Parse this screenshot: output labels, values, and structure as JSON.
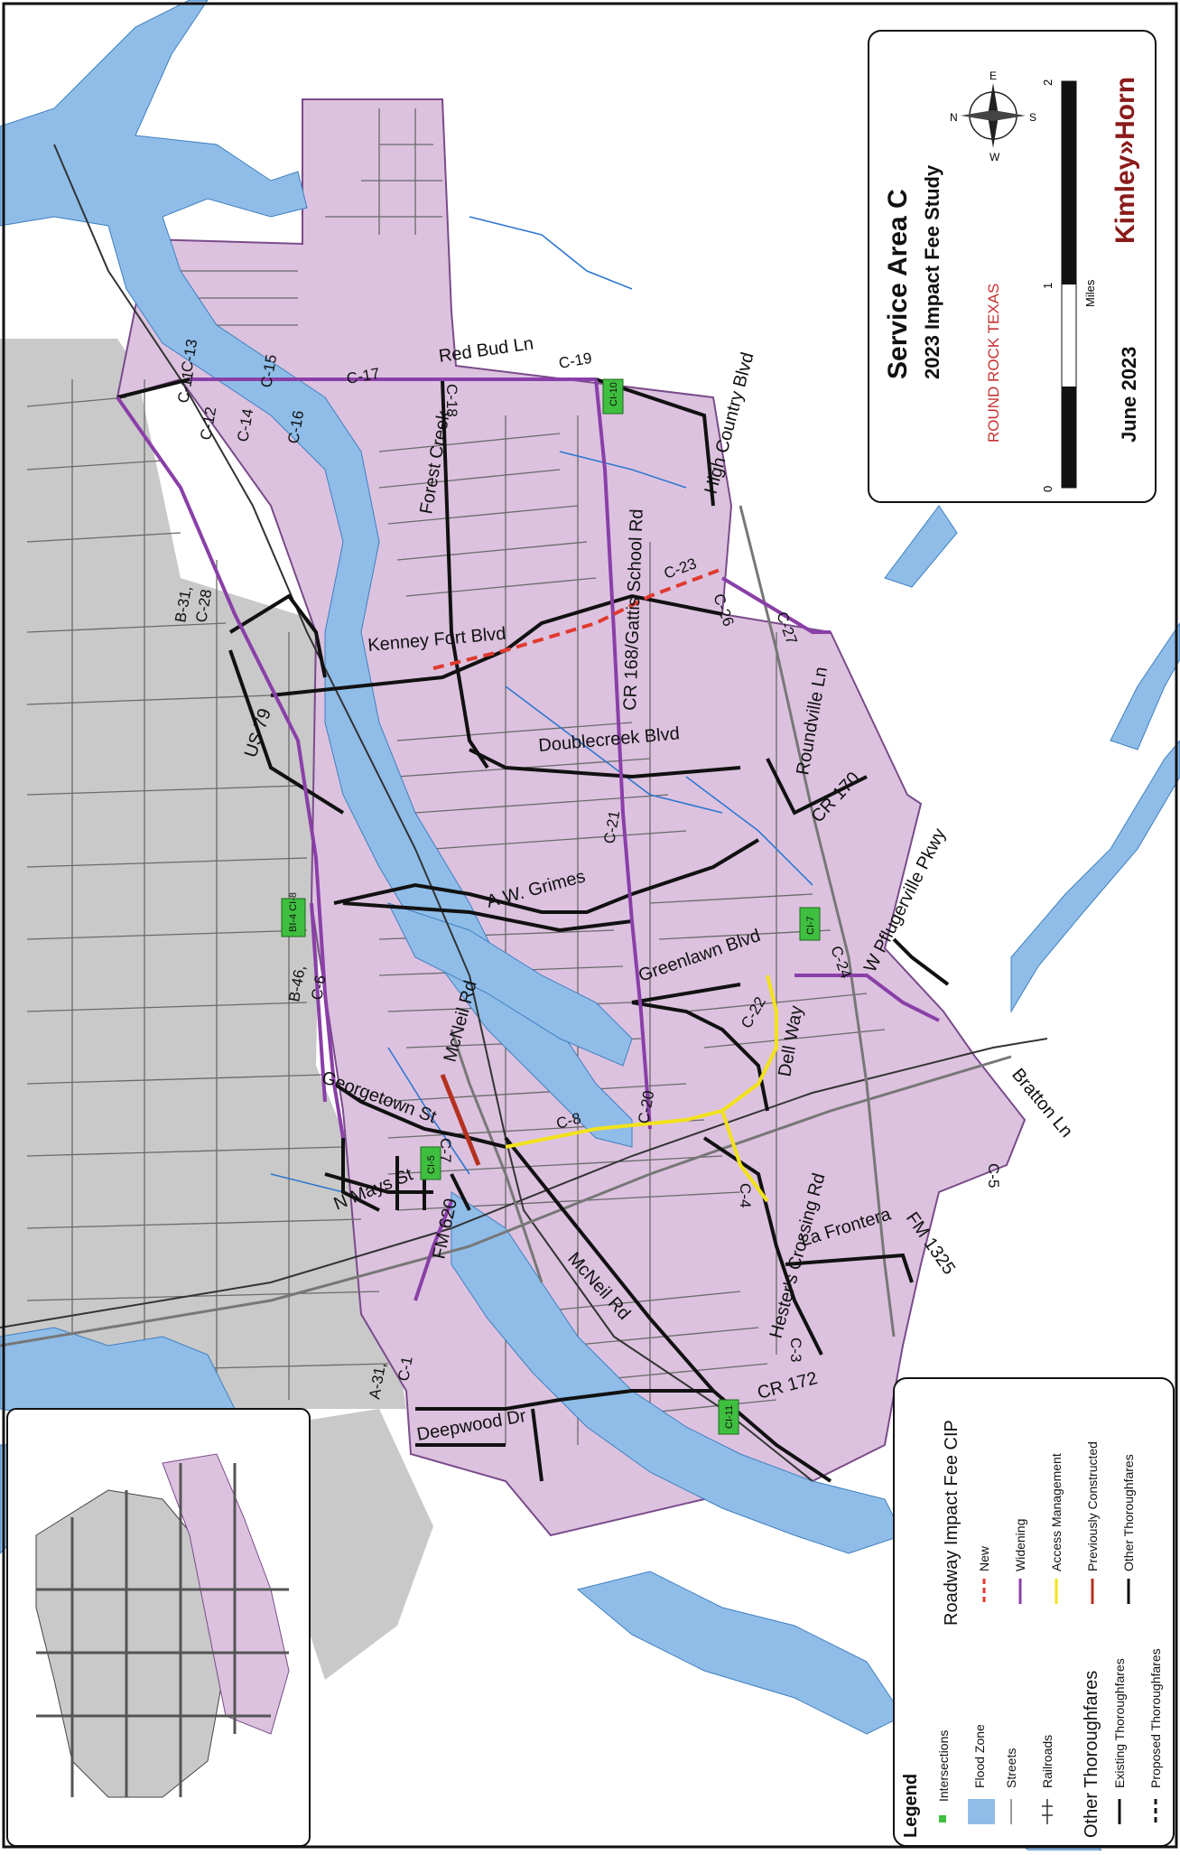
{
  "title_block": {
    "title": "Service Area C",
    "subtitle": "2023 Impact Fee Study",
    "date": "June 2023",
    "city_logo_text": "ROUND ROCK TEXAS",
    "firm_logo_text": "Kimley»Horn",
    "scale_labels": [
      "0",
      "1",
      "2"
    ],
    "scale_units": "Miles",
    "compass": [
      "N",
      "E",
      "S",
      "W"
    ]
  },
  "legend": {
    "title": "Legend",
    "items": [
      {
        "label": "Intersections",
        "symbol": "green-square"
      },
      {
        "label": "Flood Zone",
        "symbol": "blue-fill"
      },
      {
        "label": "Streets",
        "symbol": "thin-gray-line"
      },
      {
        "label": "Railroads",
        "symbol": "railroad-line"
      }
    ],
    "cip_heading": "Roadway Impact Fee CIP",
    "cip_items": [
      {
        "label": "New",
        "color": "#e03a2f"
      },
      {
        "label": "Widening",
        "color": "#8a3fa8"
      },
      {
        "label": "Access Management",
        "color": "#f2e21b"
      },
      {
        "label": "Previously Constructed",
        "color": "#b5301f"
      },
      {
        "label": "Other Thoroughfares",
        "color": "#111111"
      }
    ],
    "other_heading": "Other Thoroughfares",
    "other_items": [
      {
        "label": "Existing Thoroughfares"
      },
      {
        "label": "Proposed Thoroughfares"
      }
    ]
  },
  "roads": [
    "Red Bud Ln",
    "Forest Creek",
    "High Country Blvd",
    "CR 168/Gattis School Rd",
    "Kenney Fort Blvd",
    "US 79",
    "Doublecreek Blvd",
    "Roundville Ln",
    "CR 170",
    "A.W. Grimes",
    "W Pflugerville Pkwy",
    "Greenlawn Blvd",
    "Dell Way",
    "McNeil Rd",
    "Georgetown St",
    "N Mays St",
    "FM 620",
    "Hester's Crossing Rd",
    "La Frontera",
    "FM 1325",
    "Bratton Ln",
    "McNeil Rd",
    "CR 172",
    "Deepwood Dr"
  ],
  "projects": [
    "C-11",
    "C-12",
    "C-13",
    "C-14",
    "C-15",
    "C-16",
    "C-17",
    "C-18",
    "C-19",
    "B-31,",
    "C-28",
    "C-23",
    "C-26",
    "C-27",
    "C-21",
    "C-24",
    "C-22",
    "B-46,",
    "C-6",
    "C-7",
    "C-8",
    "C-20",
    "C-4",
    "C-5",
    "C-3",
    "A-31,",
    "C-1"
  ],
  "intersections": [
    "CI-10",
    "BI-4 CI-8",
    "CI-7",
    "CI-5",
    "CI-11"
  ],
  "colors": {
    "service_area": "#dcc2df",
    "flood_zone": "#8fbde8",
    "outside_area": "#c9c9c9",
    "intersection": "#3fbf3f"
  }
}
